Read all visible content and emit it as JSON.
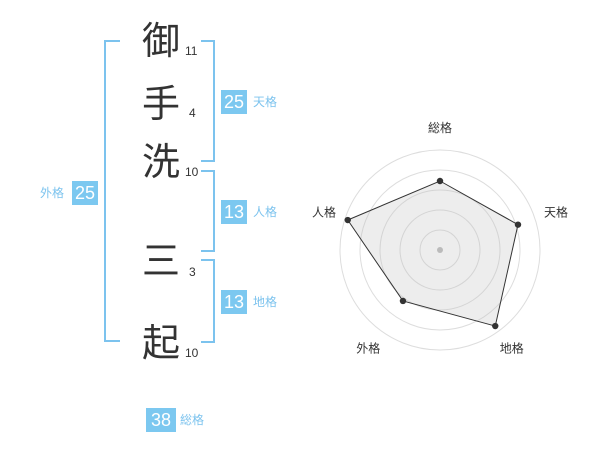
{
  "name": {
    "characters": [
      {
        "char": "御",
        "strokes": "11"
      },
      {
        "char": "手",
        "strokes": "4"
      },
      {
        "char": "洗",
        "strokes": "10"
      },
      {
        "char": "三",
        "strokes": "3"
      },
      {
        "char": "起",
        "strokes": "10"
      }
    ]
  },
  "fortunes": {
    "tenkaku": {
      "value": "25",
      "label": "天格"
    },
    "jinkaku": {
      "value": "13",
      "label": "人格"
    },
    "chikaku": {
      "value": "13",
      "label": "地格"
    },
    "gaikaku": {
      "value": "25",
      "label": "外格"
    },
    "soukaku": {
      "value": "38",
      "label": "総格"
    }
  },
  "colors": {
    "accent": "#7cc8f0",
    "bracket": "#7cc3ee",
    "text": "#333333"
  },
  "chart_data": {
    "type": "radar",
    "axes": [
      "総格",
      "天格",
      "地格",
      "外格",
      "人格"
    ],
    "values": [
      0.69,
      0.82,
      0.94,
      0.63,
      0.97
    ],
    "scale": [
      0,
      1
    ]
  }
}
